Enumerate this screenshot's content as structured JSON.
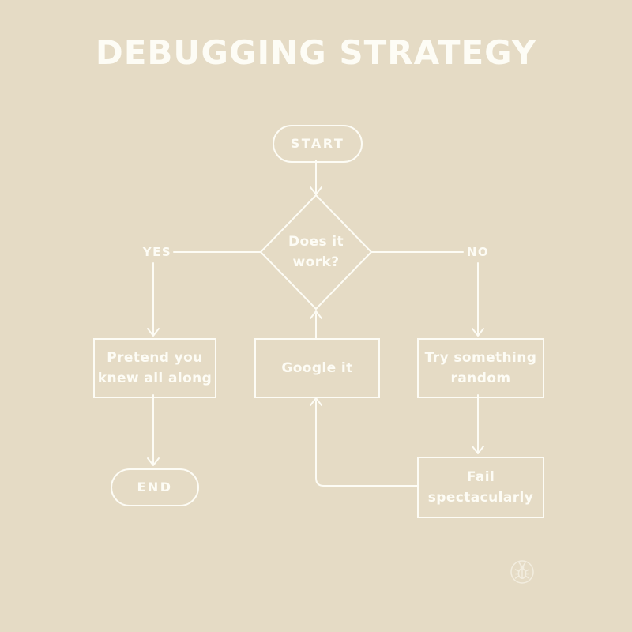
{
  "title": "DEBUGGING STRATEGY",
  "colors": {
    "background": "#e5dbc5",
    "foreground": "#fdfcf5"
  },
  "nodes": {
    "start": {
      "shape": "pill",
      "label": "START"
    },
    "decision": {
      "shape": "diamond",
      "lines": [
        "Does it",
        "work?"
      ]
    },
    "pretend": {
      "shape": "rect",
      "lines": [
        "Pretend you",
        "knew all along"
      ]
    },
    "google": {
      "shape": "rect",
      "lines": [
        "Google it"
      ]
    },
    "random": {
      "shape": "rect",
      "lines": [
        "Try something",
        "random"
      ]
    },
    "fail": {
      "shape": "rect",
      "lines": [
        "Fail",
        "spectacularly"
      ]
    },
    "end": {
      "shape": "pill",
      "label": "END"
    }
  },
  "edge_labels": {
    "yes": "YES",
    "no": "NO"
  },
  "footer": {
    "icon": "bug-icon"
  }
}
